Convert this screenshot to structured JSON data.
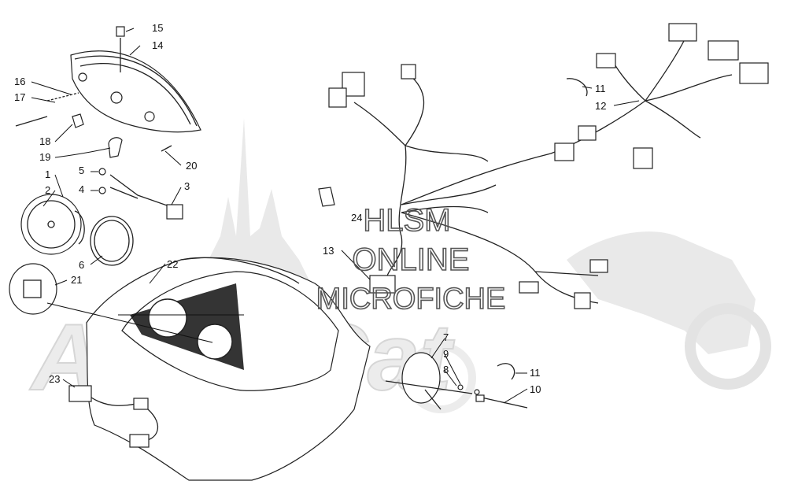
{
  "diagram": {
    "callouts": [
      {
        "id": "15",
        "label": "15"
      },
      {
        "id": "14",
        "label": "14"
      },
      {
        "id": "16",
        "label": "16"
      },
      {
        "id": "17",
        "label": "17"
      },
      {
        "id": "18",
        "label": "18"
      },
      {
        "id": "19",
        "label": "19"
      },
      {
        "id": "20",
        "label": "20"
      },
      {
        "id": "1",
        "label": "1"
      },
      {
        "id": "2",
        "label": "2"
      },
      {
        "id": "5",
        "label": "5"
      },
      {
        "id": "4",
        "label": "4"
      },
      {
        "id": "3",
        "label": "3"
      },
      {
        "id": "6",
        "label": "6"
      },
      {
        "id": "21",
        "label": "21"
      },
      {
        "id": "22",
        "label": "22"
      },
      {
        "id": "23",
        "label": "23"
      },
      {
        "id": "24",
        "label": "24"
      },
      {
        "id": "13",
        "label": "13"
      },
      {
        "id": "11a",
        "label": "11"
      },
      {
        "id": "12",
        "label": "12"
      },
      {
        "id": "7",
        "label": "7"
      },
      {
        "id": "9",
        "label": "9"
      },
      {
        "id": "8",
        "label": "8"
      },
      {
        "id": "11b",
        "label": "11"
      },
      {
        "id": "10",
        "label": "10"
      }
    ]
  },
  "watermark": {
    "line1": "HLSM",
    "line2": "ONLINE",
    "line3": "MICROFICHE",
    "logo": "ArcticCat"
  }
}
